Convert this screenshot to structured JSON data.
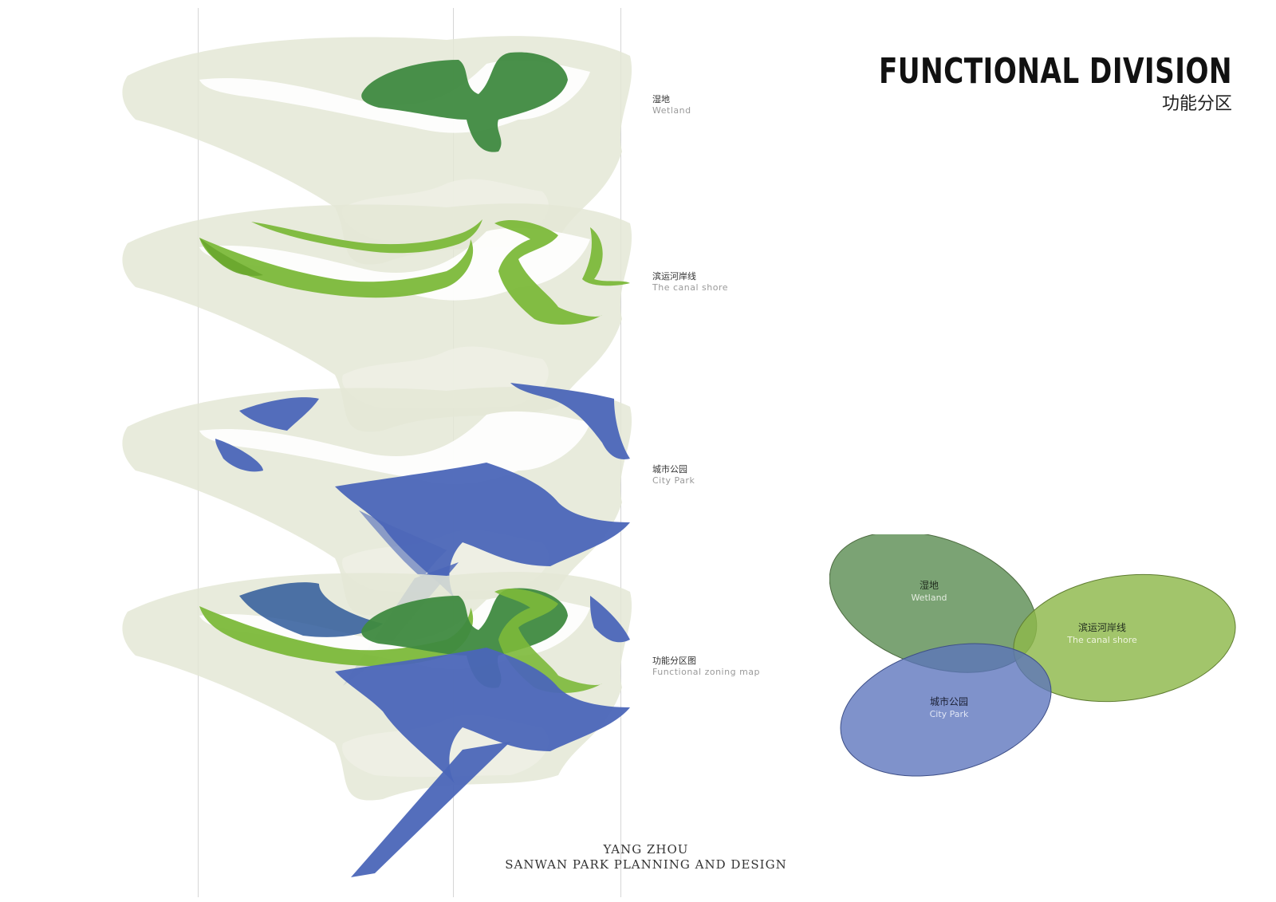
{
  "heading": {
    "title": "FUNCTIONAL DIVISION",
    "subtitle": "功能分区"
  },
  "layers": [
    {
      "zh": "湿地",
      "en": "Wetland"
    },
    {
      "zh": "滨运河岸线",
      "en": "The canal shore"
    },
    {
      "zh": "城市公园",
      "en": "City Park"
    },
    {
      "zh": "功能分区图",
      "en": "Functional zoning map"
    }
  ],
  "venn": [
    {
      "zh": "湿地",
      "en": "Wetland",
      "color": "#5e8f55"
    },
    {
      "zh": "滨运河岸线",
      "en": "The canal shore",
      "color": "#8db84a"
    },
    {
      "zh": "城市公园",
      "en": "City Park",
      "color": "#5b73bd"
    }
  ],
  "footer": {
    "line1": "YANG ZHOU",
    "line2": "SANWAN PARK PLANNING AND DESIGN"
  },
  "colors": {
    "wetland": "#3f8a40",
    "canal_shore": "#7cb93a",
    "city_park": "#4b66b8",
    "base_map": "#dfe3cf"
  }
}
